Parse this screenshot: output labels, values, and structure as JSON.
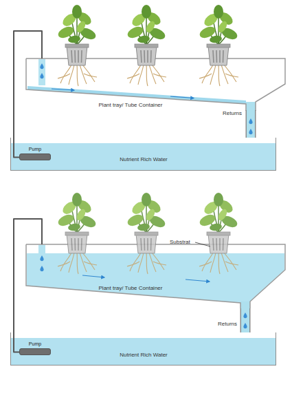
{
  "diagram": {
    "nodes": [
      {
        "text": [
          "Plant tray/ Tube Container"
        ]
      },
      {
        "text": [
          "Nutrient Rich Water"
        ]
      },
      {
        "text": [
          "Pump"
        ],
        "in": 1
      },
      {
        "text": [
          "Plant tray/ Tube Container"
        ]
      },
      {
        "text": [
          "Nutrient Rich Water"
        ]
      },
      {
        "text": [
          "Pump"
        ],
        "in": 4
      }
    ],
    "edges": [
      {
        "from": 2,
        "to": 0,
        "arrow": "none"
      },
      {
        "from": 0,
        "to": 1,
        "arrow": "none"
      },
      {
        "from": 5,
        "to": 3,
        "arrow": "none"
      },
      {
        "from": 3,
        "to": 4,
        "arrow": "none"
      }
    ],
    "labels": [
      "Returns",
      "Substrat",
      "Returns"
    ]
  }
}
